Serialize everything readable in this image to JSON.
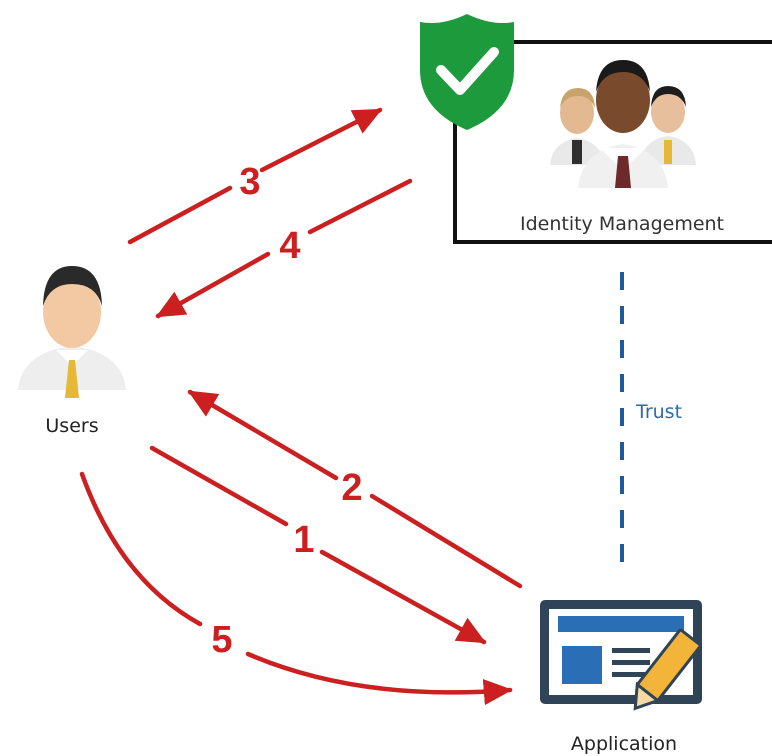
{
  "nodes": {
    "identity": {
      "label": "Identity Management"
    },
    "users": {
      "label": "Users"
    },
    "application": {
      "label": "Application"
    }
  },
  "trust_label": "Trust",
  "steps": [
    {
      "id": "step-1",
      "label": "1"
    },
    {
      "id": "step-2",
      "label": "2"
    },
    {
      "id": "step-3",
      "label": "3"
    },
    {
      "id": "step-4",
      "label": "4"
    },
    {
      "id": "step-5",
      "label": "5"
    }
  ],
  "colors": {
    "arrow": "#cc1f1f",
    "trust_line": "#1f5a9a",
    "trust_text": "#2c6aa8",
    "shield": "#1d9a3c",
    "frame": "#111111",
    "app_dark": "#2f4456",
    "app_blue": "#2a6fb5",
    "pencil": "#f2b53a"
  },
  "icons": {
    "shield": "check-shield-icon",
    "group": "people-group-icon",
    "user": "user-icon",
    "application": "application-screen-icon"
  }
}
